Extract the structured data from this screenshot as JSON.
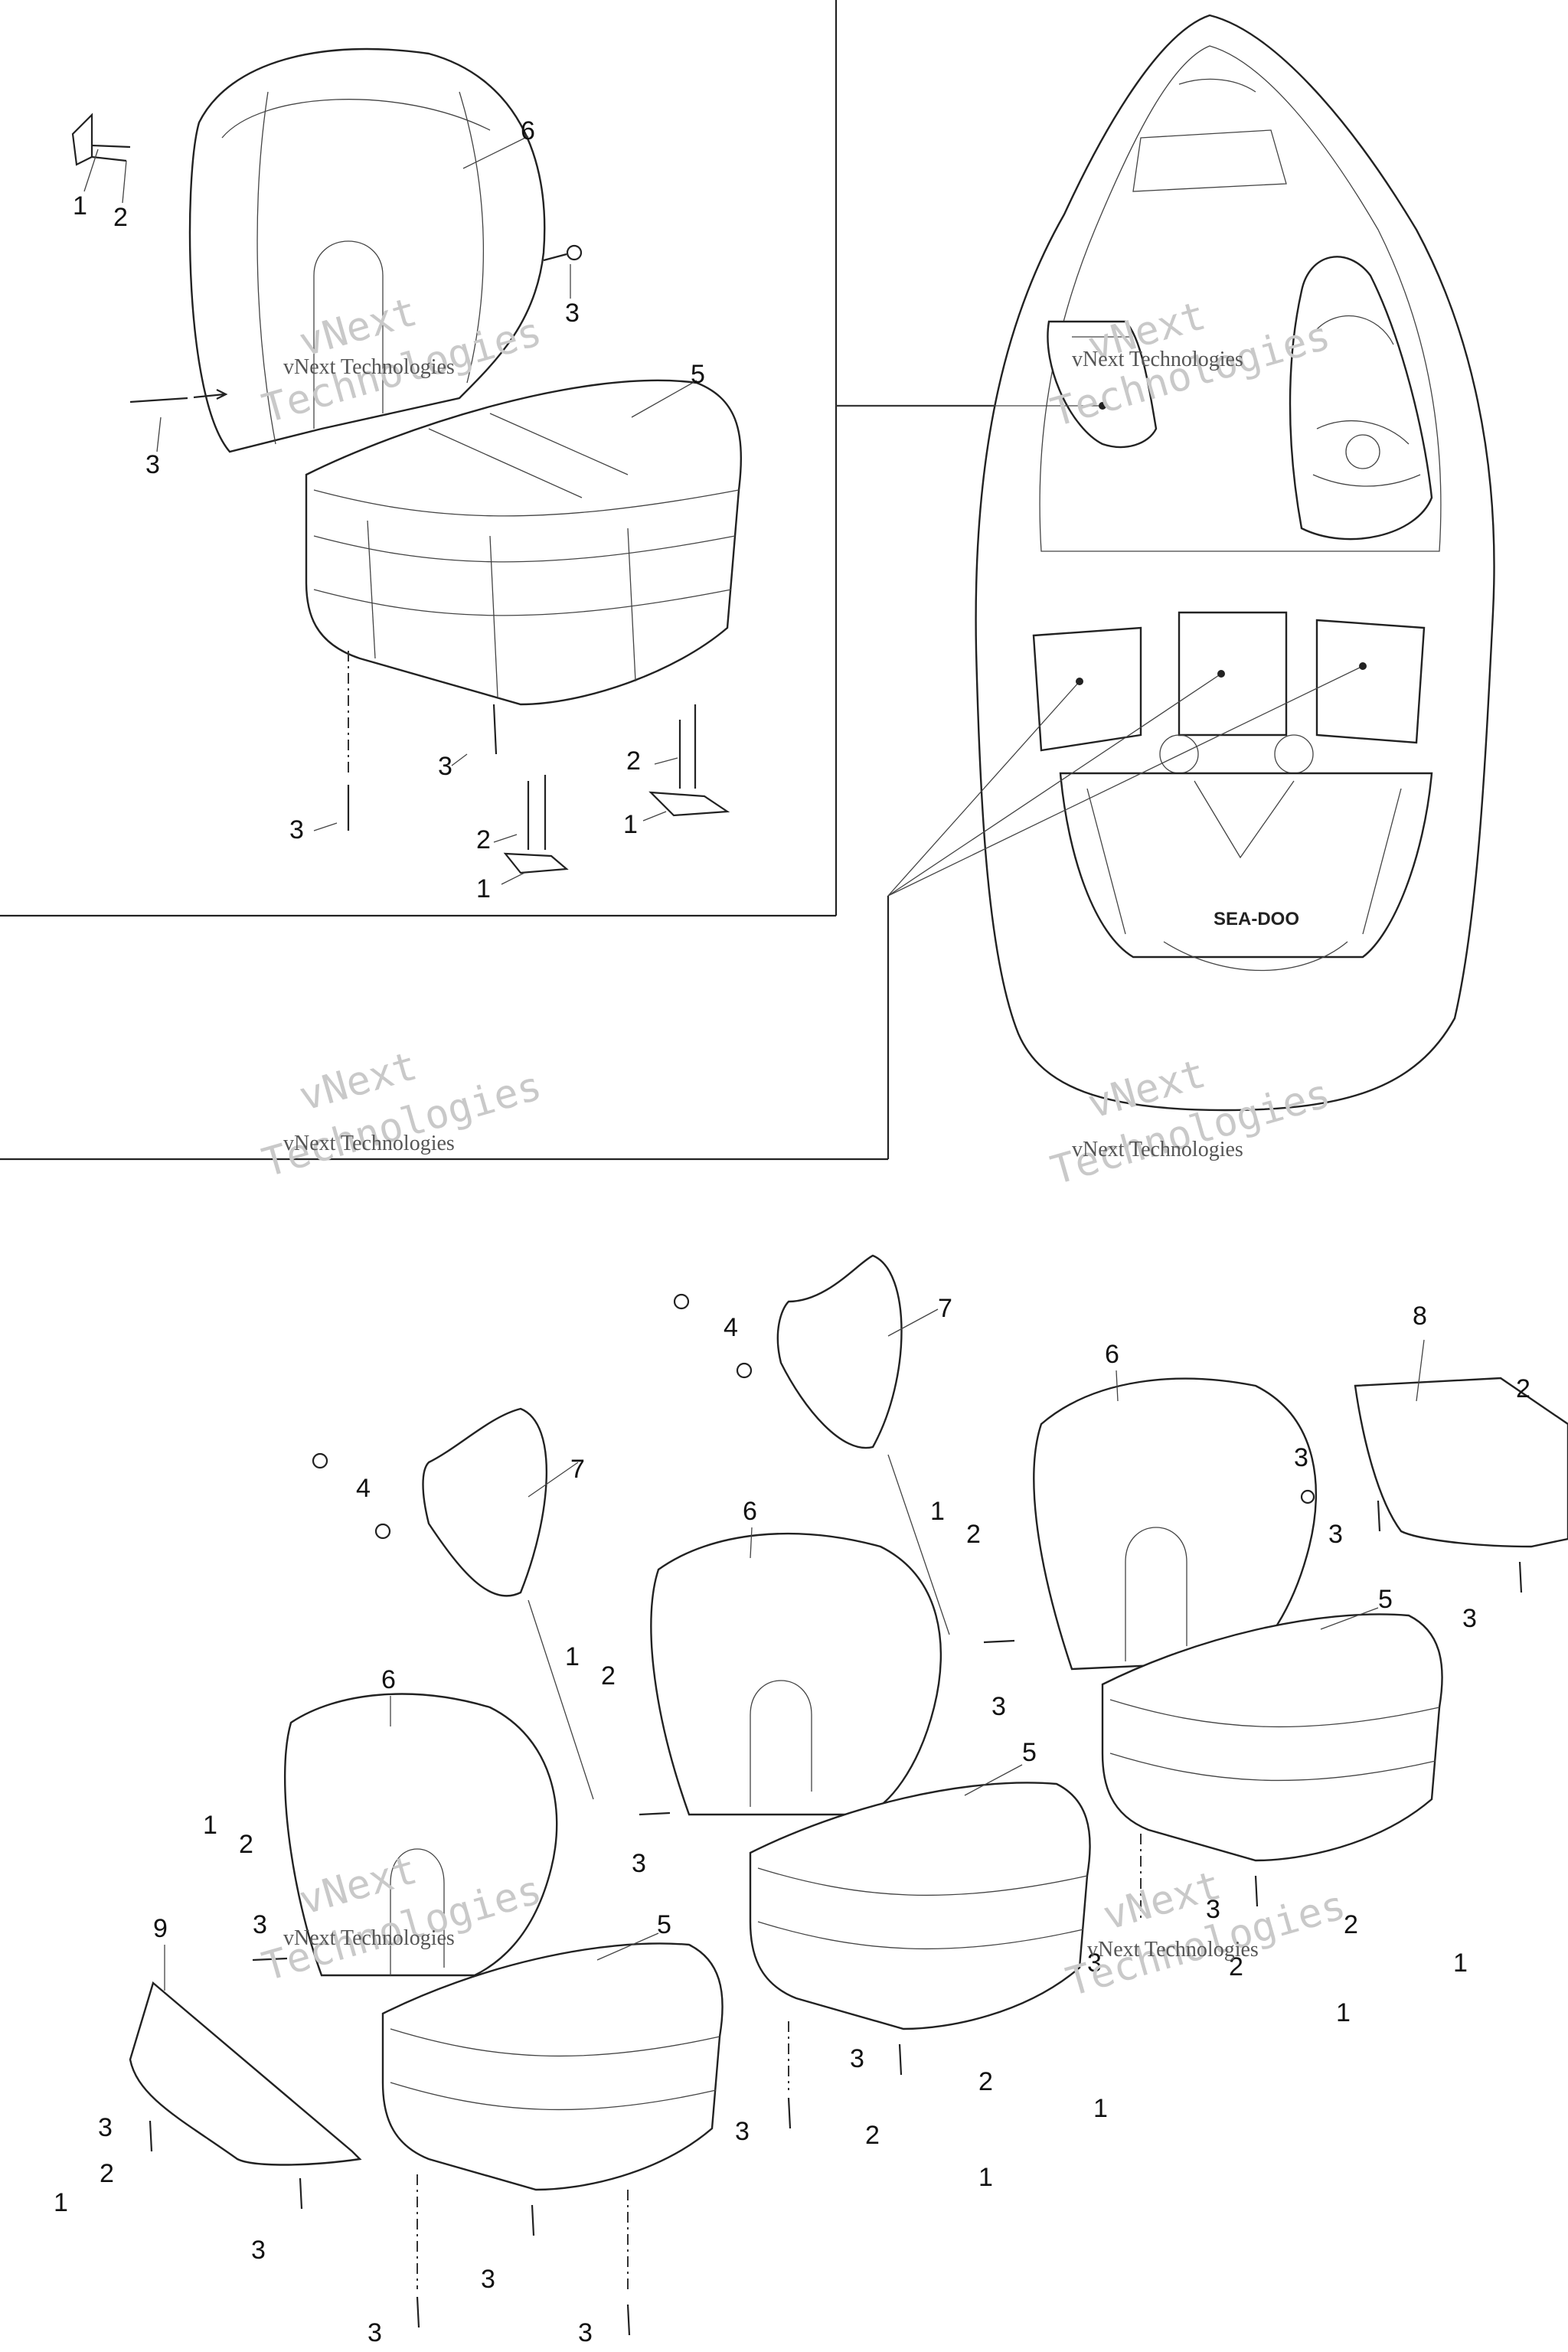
{
  "diagram": {
    "watermark_line1": "vNext Technologies",
    "watermark_line2": "vNext",
    "watermark_line3": "Technologies",
    "callouts": {
      "c1": "1",
      "c2": "2",
      "c3": "3",
      "c4": "4",
      "c5": "5",
      "c6": "6",
      "c7": "7",
      "c8": "8",
      "c9": "9"
    },
    "boat_logo": "SEA-DOO"
  },
  "colors": {
    "line": "#222222",
    "watermark": "#c9c9c9"
  }
}
